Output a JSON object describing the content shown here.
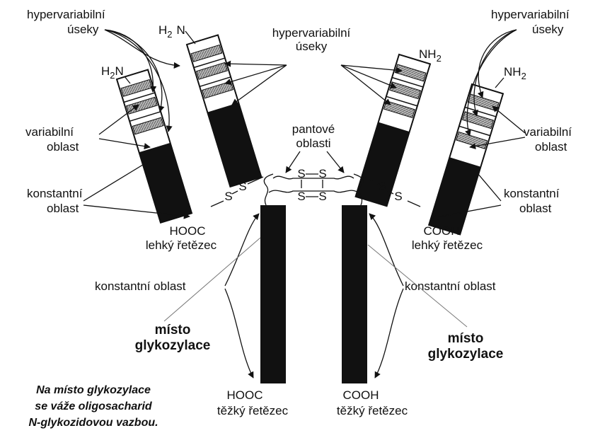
{
  "labels": {
    "hypervariable_left": "hypervariabilní",
    "useky_left": "úseky",
    "hypervariable_center": "hypervariabilní",
    "useky_center": "úseky",
    "hypervariable_right": "hypervariabilní",
    "useky_right": "úseky",
    "variable_left_1": "variabilní",
    "variable_left_2": "oblast",
    "variable_right_1": "variabilní",
    "variable_right_2": "oblast",
    "constant_left_1": "konstantní",
    "constant_left_2": "oblast",
    "constant_right_1": "konstantní",
    "constant_right_2": "oblast",
    "hinge_1": "pantové",
    "hinge_2": "oblasti",
    "constant_heavy_left": "konstantní oblast",
    "constant_heavy_right": "konstantní oblast",
    "glyco_left_1": "místo",
    "glyco_left_2": "glykozylace",
    "glyco_right_1": "místo",
    "glyco_right_2": "glykozylace",
    "h2n_left": "H",
    "h2n_left_sub": "2",
    "h2n_left_n": "N",
    "h2n_center_left": "H",
    "h2n_center_left_sub": "2",
    "h2n_center_left_n": "N",
    "nh2_center_right": "NH",
    "nh2_center_right_sub": "2",
    "nh2_right": "NH",
    "nh2_right_sub": "2",
    "hooc_light": "HOOC",
    "light_chain_left": "lehký řetězec",
    "cooh_light": "COOH",
    "light_chain_right": "lehký řetězec",
    "hooc_heavy": "HOOC",
    "heavy_chain_left": "těžký řetězec",
    "cooh_heavy": "COOH",
    "heavy_chain_right": "těžký řetězec",
    "ss": "S",
    "note_1": "Na místo glykozylace",
    "note_2": "se váže oligosacharid",
    "note_3": "N-glykozidovou vazbou."
  },
  "colors": {
    "ink": "#111111",
    "white": "#ffffff",
    "hatch": "#9a9a9a"
  }
}
